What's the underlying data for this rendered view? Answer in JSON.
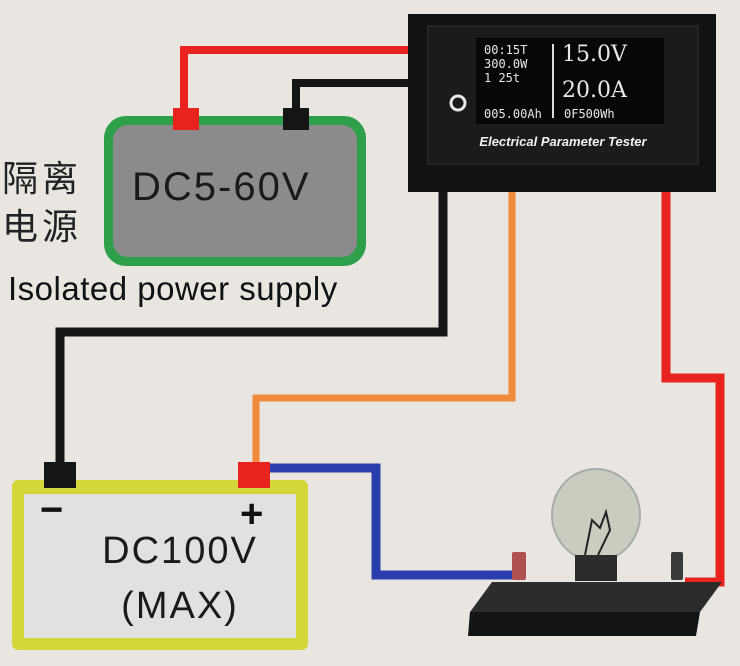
{
  "labels": {
    "psu_cn_line1": "隔离",
    "psu_cn_line2": "电源",
    "psu_en": "Isolated power supply",
    "psu_voltage": "DC5-60V",
    "battery_line1": "DC100V",
    "battery_line2": "(MAX)",
    "minus": "−",
    "plus": "+"
  },
  "device": {
    "caption": "Electrical Parameter Tester",
    "left_readout": [
      "00:15T",
      "300.0W",
      "1  25t",
      "005.00Ah"
    ],
    "right_volts": "15.0V",
    "right_amps": "20.0A",
    "right_energy": "0F500Wh"
  },
  "colors": {
    "red_wire": "#e8231e",
    "black_wire": "#151515",
    "orange_wire": "#f08a3c",
    "blue_wire": "#2a3dad",
    "psu_green": "#2fa04a",
    "battery_yellow": "#d4d63a"
  }
}
